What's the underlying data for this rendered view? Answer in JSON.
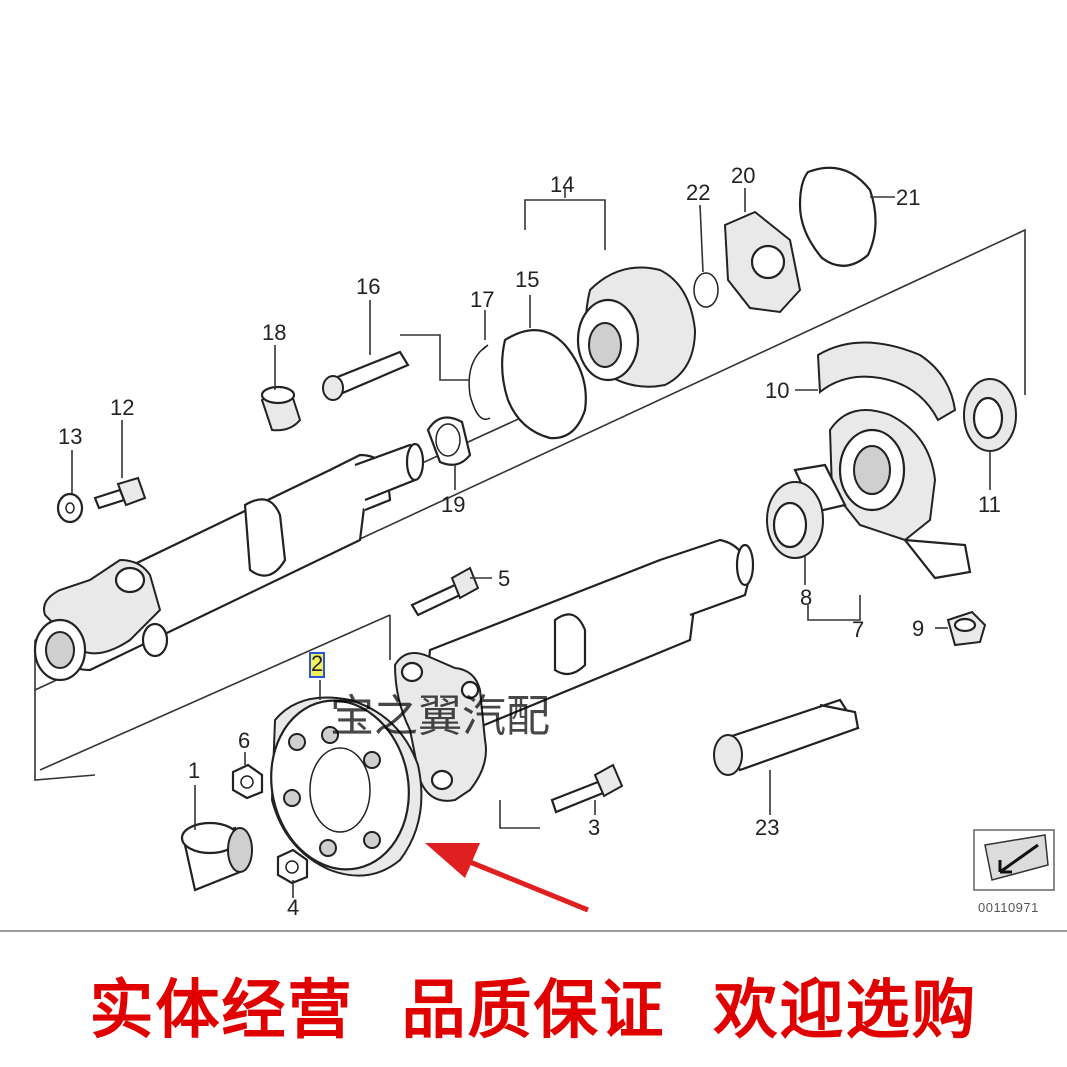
{
  "diagram": {
    "part_numbers": {
      "p1": "1",
      "p2": "2",
      "p3": "3",
      "p4": "4",
      "p5": "5",
      "p6": "6",
      "p7": "7",
      "p8": "8",
      "p9": "9",
      "p10": "10",
      "p11": "11",
      "p12": "12",
      "p13": "13",
      "p14": "14",
      "p15": "15",
      "p16": "16",
      "p17": "17",
      "p18": "18",
      "p19": "19",
      "p20": "20",
      "p21": "21",
      "p22": "22",
      "p23": "23"
    },
    "highlighted_part": "2",
    "diagram_code": "00110971",
    "arrow_color": "#e02020",
    "highlight_fill": "#f3ef5a",
    "highlight_border": "#2b55d6"
  },
  "watermark": {
    "text": "宝之翼汽配"
  },
  "slogan": {
    "phrases": [
      "实体经营",
      "品质保证",
      "欢迎选购"
    ],
    "color": "#e00000"
  }
}
